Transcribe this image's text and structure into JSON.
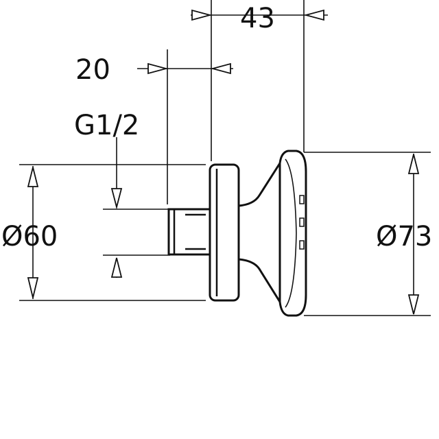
{
  "drawing": {
    "labels": {
      "depth_total": "43",
      "depth_thread": "20",
      "thread": "G1/2",
      "diameter_flange": "Ø60",
      "diameter_head": "Ø73"
    }
  }
}
